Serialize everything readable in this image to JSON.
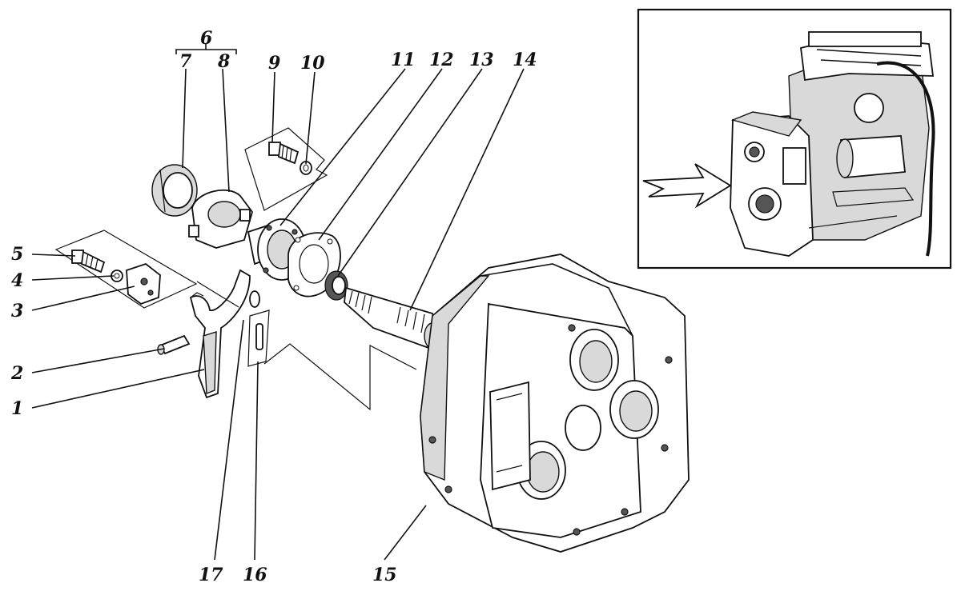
{
  "callouts": [
    {
      "id": "1",
      "text": "1"
    },
    {
      "id": "2",
      "text": "2"
    },
    {
      "id": "3",
      "text": "3"
    },
    {
      "id": "4",
      "text": "4"
    },
    {
      "id": "5",
      "text": "5"
    },
    {
      "id": "6",
      "text": "6"
    },
    {
      "id": "7",
      "text": "7"
    },
    {
      "id": "8",
      "text": "8"
    },
    {
      "id": "9",
      "text": "9"
    },
    {
      "id": "10",
      "text": "10"
    },
    {
      "id": "11",
      "text": "11"
    },
    {
      "id": "12",
      "text": "12"
    },
    {
      "id": "13",
      "text": "13"
    },
    {
      "id": "14",
      "text": "14"
    },
    {
      "id": "15",
      "text": "15"
    },
    {
      "id": "16",
      "text": "16"
    },
    {
      "id": "17",
      "text": "17"
    }
  ],
  "colors": {
    "ink": "#111111",
    "background": "#ffffff",
    "shading": "#d9d9d9"
  },
  "inset": {
    "icon": "engine-with-arrow-icon"
  }
}
